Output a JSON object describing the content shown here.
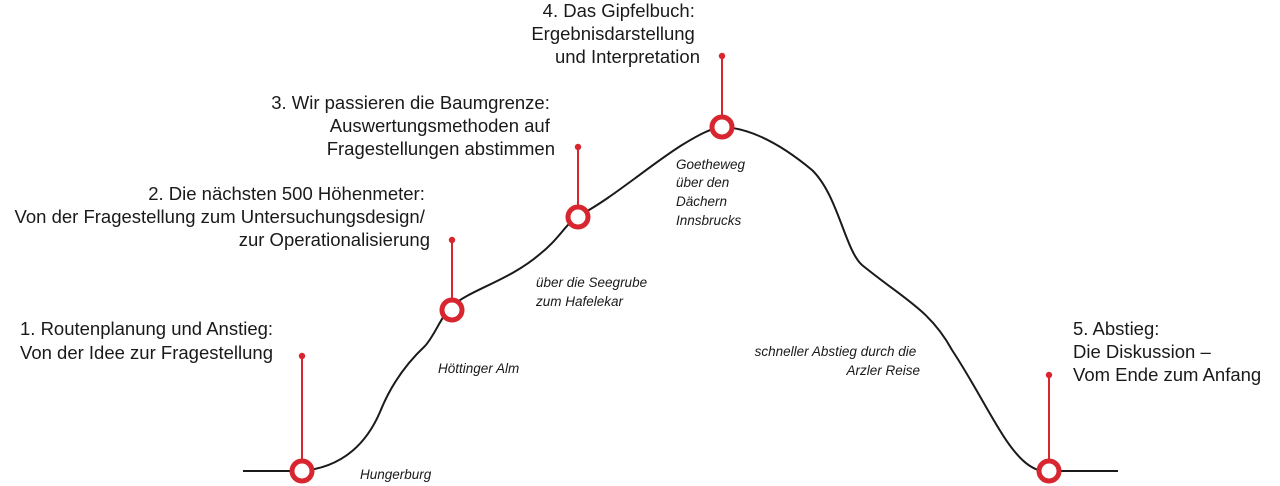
{
  "steps": [
    {
      "lines": [
        "1. Routenplanung und Anstieg:",
        "Von der Idee zur Fragestellung"
      ]
    },
    {
      "lines": [
        "2. Die nächsten 500 Höhenmeter:",
        "Von der Fragestellung zum Untersuchungsdesign/",
        "zur Operationalisierung"
      ]
    },
    {
      "lines": [
        "3. Wir passieren die Baumgrenze:",
        "Auswertungsmethoden auf",
        "Fragestellungen abstimmen"
      ]
    },
    {
      "lines": [
        "4. Das Gipfelbuch:",
        "Ergebnisdarstellung",
        "und Interpretation"
      ]
    },
    {
      "lines": [
        "5. Abstieg:",
        "Die Diskussion –",
        "Vom Ende zum Anfang"
      ]
    }
  ],
  "places": [
    {
      "lines": [
        "Hungerburg"
      ]
    },
    {
      "lines": [
        "Höttinger Alm"
      ]
    },
    {
      "lines": [
        "über die Seegrube",
        "zum Hafelekar"
      ]
    },
    {
      "lines": [
        "Goetheweg",
        "über den",
        "Dächern",
        "Innsbrucks"
      ]
    },
    {
      "lines": [
        "schneller Abstieg durch die",
        "Arzler Reise"
      ]
    }
  ],
  "colors": {
    "accent": "#d7262f",
    "line": "#1a1a1a"
  }
}
